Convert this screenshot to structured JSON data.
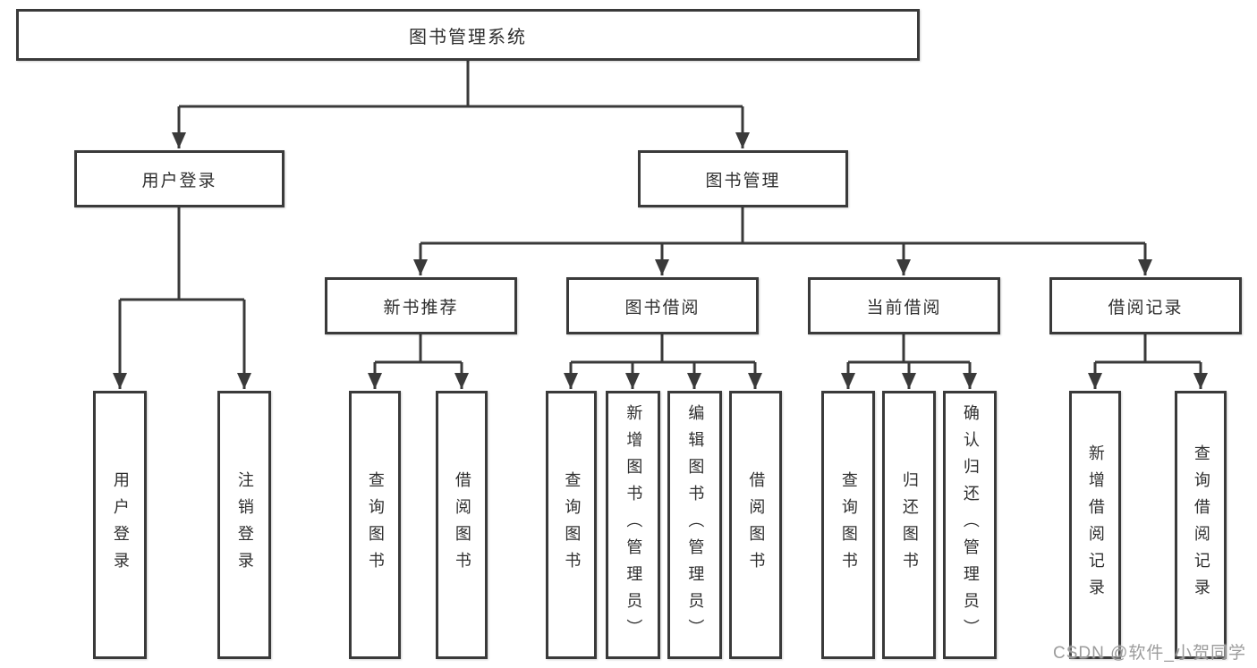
{
  "diagram": {
    "root": {
      "label": "图书管理系统",
      "children": [
        {
          "label": "用户登录",
          "children": [
            {
              "label": "用户登录"
            },
            {
              "label": "注销登录"
            }
          ]
        },
        {
          "label": "图书管理",
          "children": [
            {
              "label": "新书推荐",
              "children": [
                {
                  "label": "查询图书"
                },
                {
                  "label": "借阅图书"
                }
              ]
            },
            {
              "label": "图书借阅",
              "children": [
                {
                  "label": "查询图书"
                },
                {
                  "label": "新增图书（管理员）"
                },
                {
                  "label": "编辑图书（管理员）"
                },
                {
                  "label": "借阅图书"
                }
              ]
            },
            {
              "label": "当前借阅",
              "children": [
                {
                  "label": "查询图书"
                },
                {
                  "label": "归还图书"
                },
                {
                  "label": "确认归还（管理员）"
                }
              ]
            },
            {
              "label": "借阅记录",
              "children": [
                {
                  "label": "新增借阅记录"
                },
                {
                  "label": "查询借阅记录"
                }
              ]
            }
          ]
        }
      ]
    }
  },
  "watermark": "CSDN @软件_小贺同学",
  "colors": {
    "line": "#3a3a3a",
    "box_border": "#3a3a3a",
    "text": "#2f2f2f",
    "watermark": "#9c9c9c",
    "background": "#ffffff"
  }
}
